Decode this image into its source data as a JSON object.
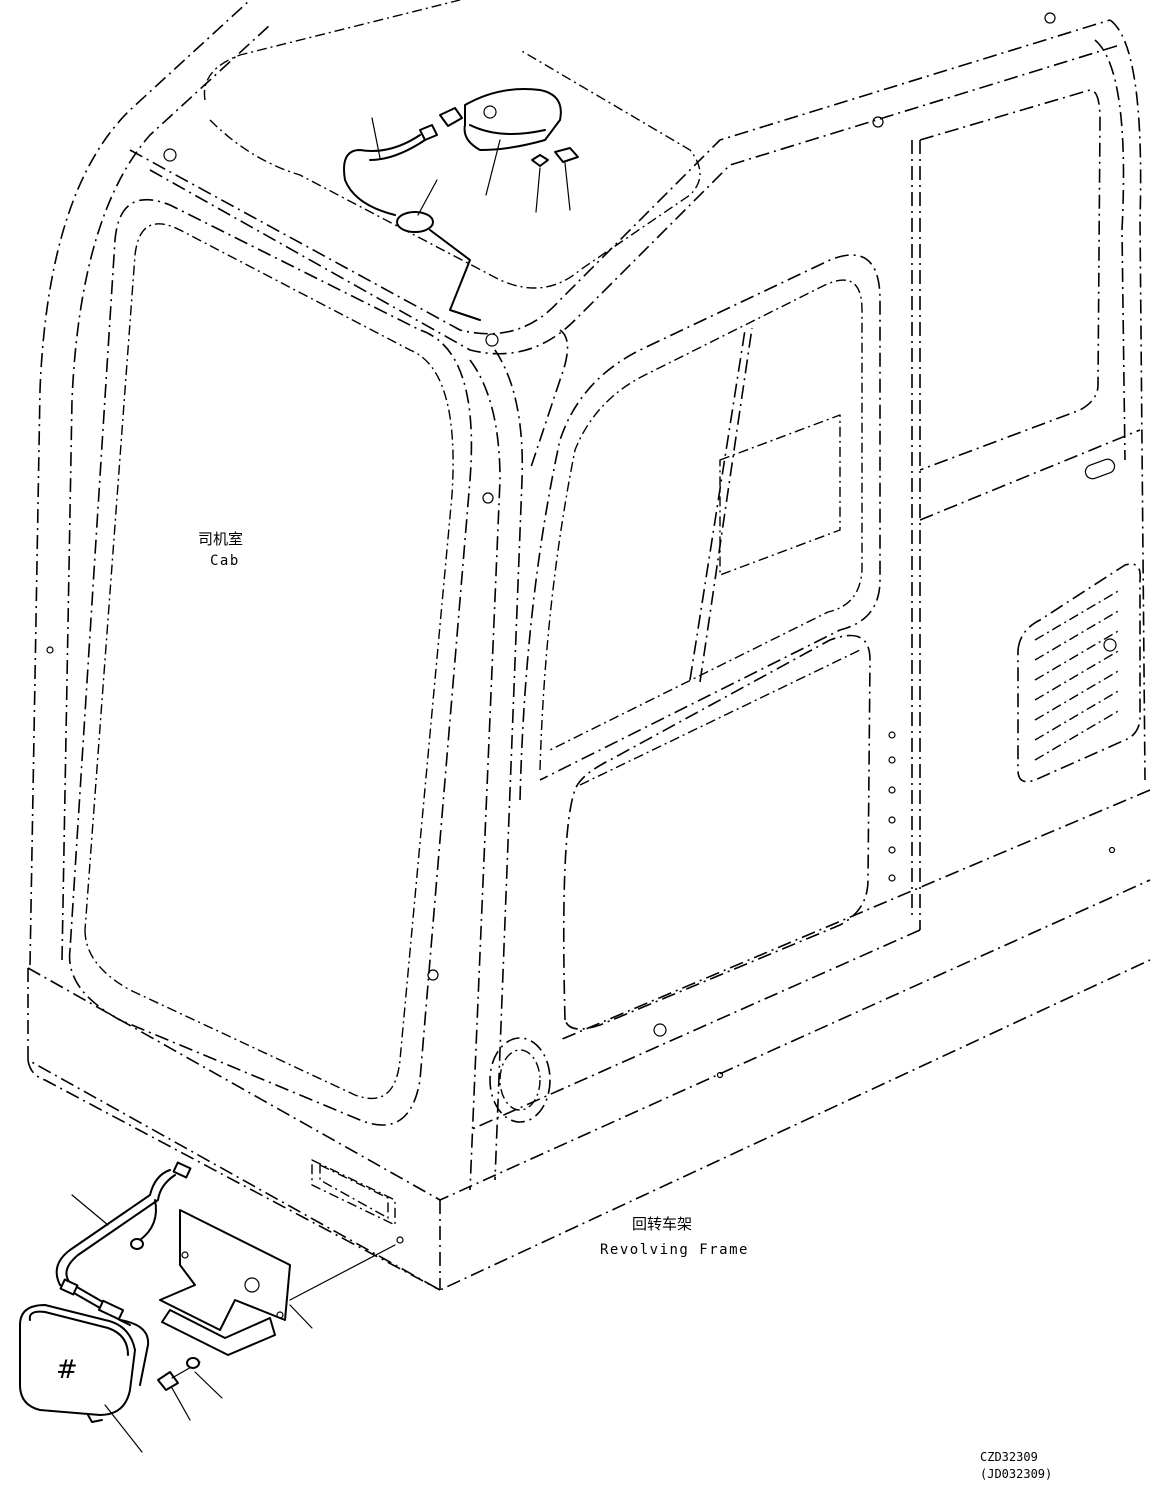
{
  "labels": {
    "cab_cn": "司机室",
    "cab_en": "Cab",
    "frame_cn": "回转车架",
    "frame_en": "Revolving Frame"
  },
  "reference": {
    "drawing_no": "CZD32309",
    "alt_no": "(JD032309)"
  },
  "lamp_symbol": "#"
}
